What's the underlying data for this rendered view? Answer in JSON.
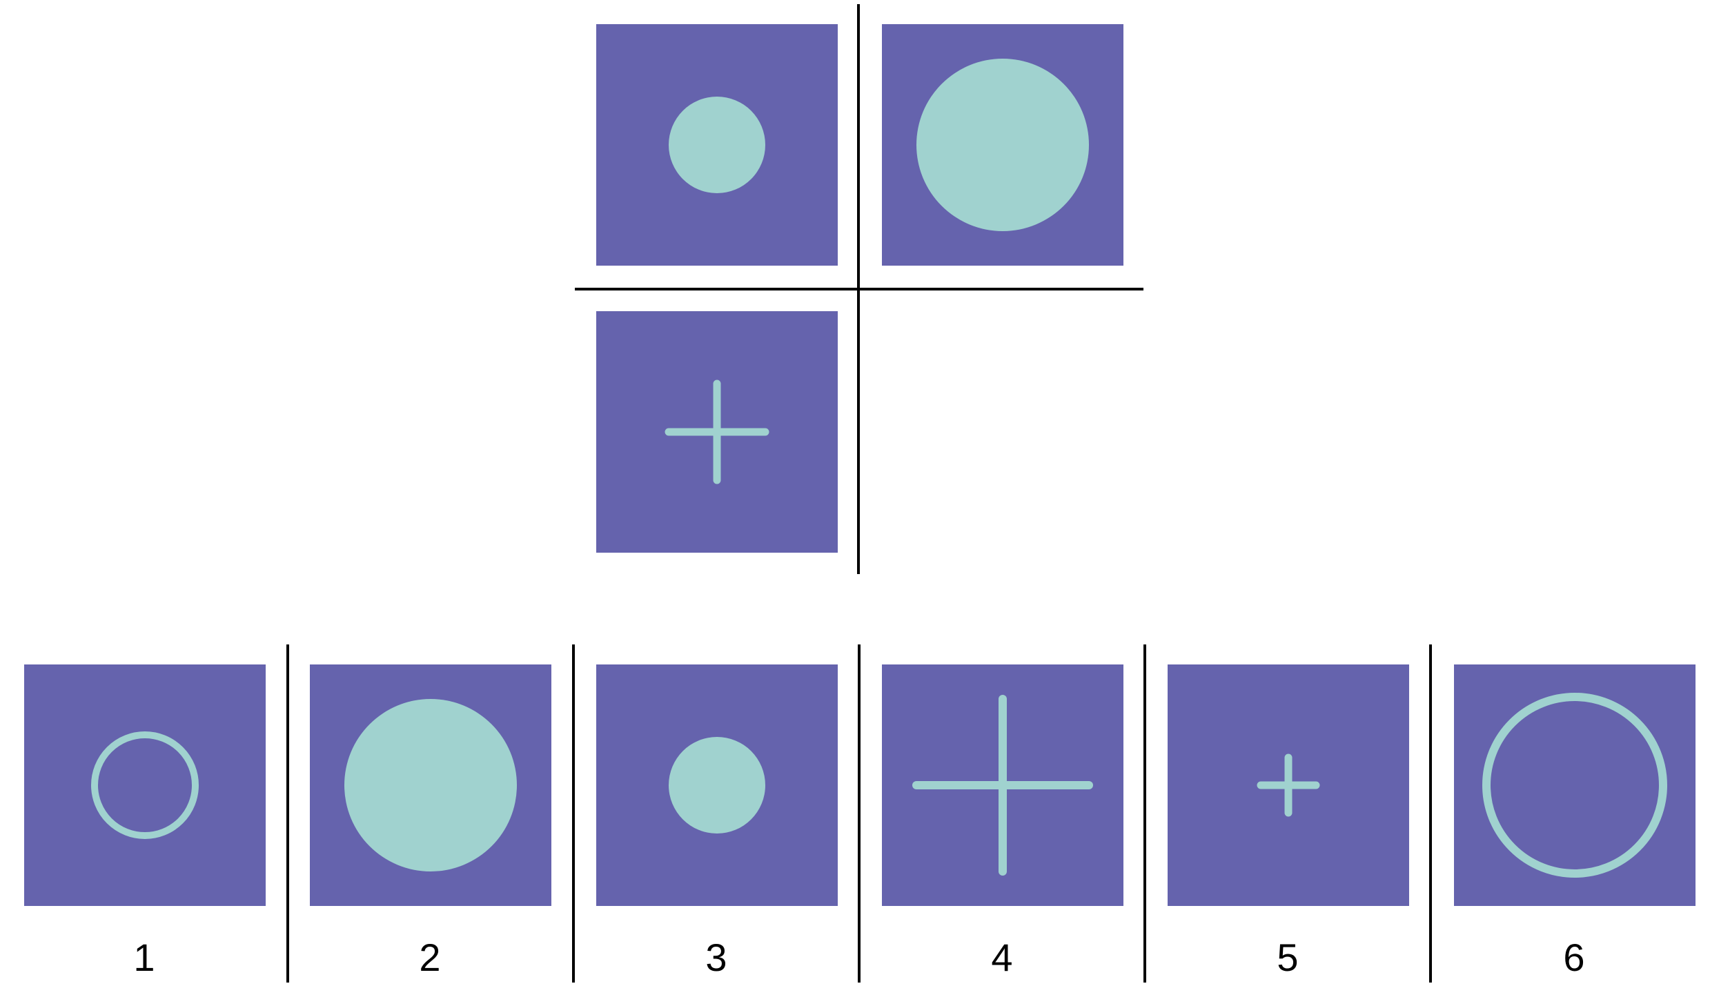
{
  "colors": {
    "tile": "#6563AD",
    "shape": "#A0D2CF",
    "divider": "#000000",
    "background": "#FFFFFF"
  },
  "matrix": {
    "cells": [
      {
        "shape": "filled-circle",
        "size": "small"
      },
      {
        "shape": "filled-circle",
        "size": "large"
      },
      {
        "shape": "plus",
        "size": "medium"
      },
      {
        "shape": "empty",
        "size": "none"
      }
    ]
  },
  "options": [
    {
      "label": "1",
      "shape": "ring",
      "size": "small"
    },
    {
      "label": "2",
      "shape": "filled-circle",
      "size": "large"
    },
    {
      "label": "3",
      "shape": "filled-circle",
      "size": "small"
    },
    {
      "label": "4",
      "shape": "plus",
      "size": "large"
    },
    {
      "label": "5",
      "shape": "plus",
      "size": "small"
    },
    {
      "label": "6",
      "shape": "ring",
      "size": "large"
    }
  ]
}
